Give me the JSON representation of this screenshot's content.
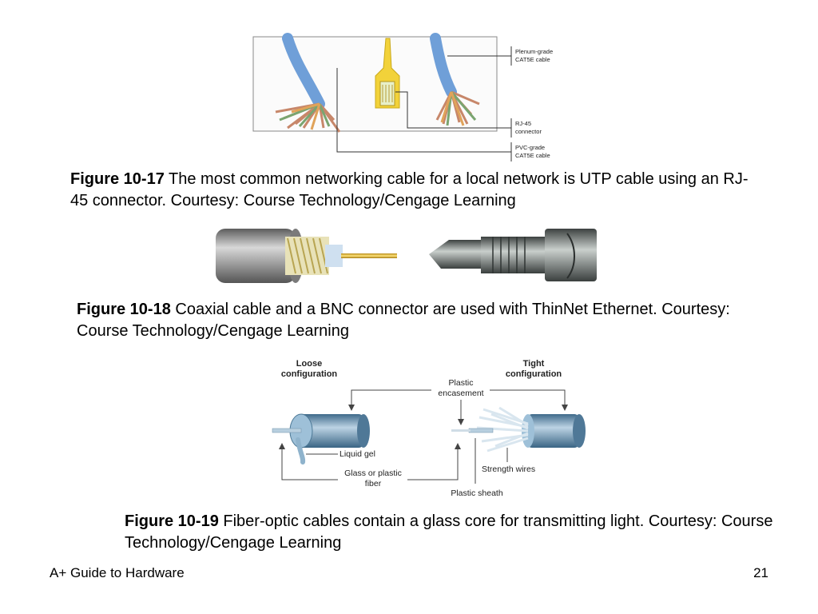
{
  "figure1": {
    "labels": {
      "plenum_line1": "Plenum-grade",
      "plenum_line2": "CAT5E cable",
      "rj45_line1": "RJ-45",
      "rj45_line2": "connector",
      "pvc_line1": "PVC-grade",
      "pvc_line2": "CAT5E cable"
    },
    "caption_number": "Figure 10-17",
    "caption_text": " The most common networking cable for a local network is UTP cable using an RJ-45 connector. Courtesy: Course Technology/Cengage Learning"
  },
  "figure2": {
    "caption_number": "Figure 10-18",
    "caption_text": " Coaxial cable and a BNC connector are used with ThinNet Ethernet. Courtesy: Course Technology/Cengage Learning"
  },
  "figure3": {
    "labels": {
      "loose_line1": "Loose",
      "loose_line2": "configuration",
      "tight_line1": "Tight",
      "tight_line2": "configuration",
      "plastic_line1": "Plastic",
      "plastic_line2": "encasement",
      "liquid_gel": "Liquid gel",
      "glass_line1": "Glass or plastic",
      "glass_line2": "fiber",
      "strength_wires": "Strength wires",
      "plastic_sheath": "Plastic sheath"
    },
    "caption_number": "Figure 10-19",
    "caption_text": " Fiber-optic cables contain a glass core for transmitting light. Courtesy: Course Technology/Cengage Learning"
  },
  "footer": {
    "left": "A+ Guide to Hardware",
    "page": "21"
  },
  "colors": {
    "blue_cable": "#6f9fd8",
    "yellow_plug": "#f2d23a",
    "coax_outer": "#9a9a9a",
    "fiber_blue": "#5d88a8"
  }
}
